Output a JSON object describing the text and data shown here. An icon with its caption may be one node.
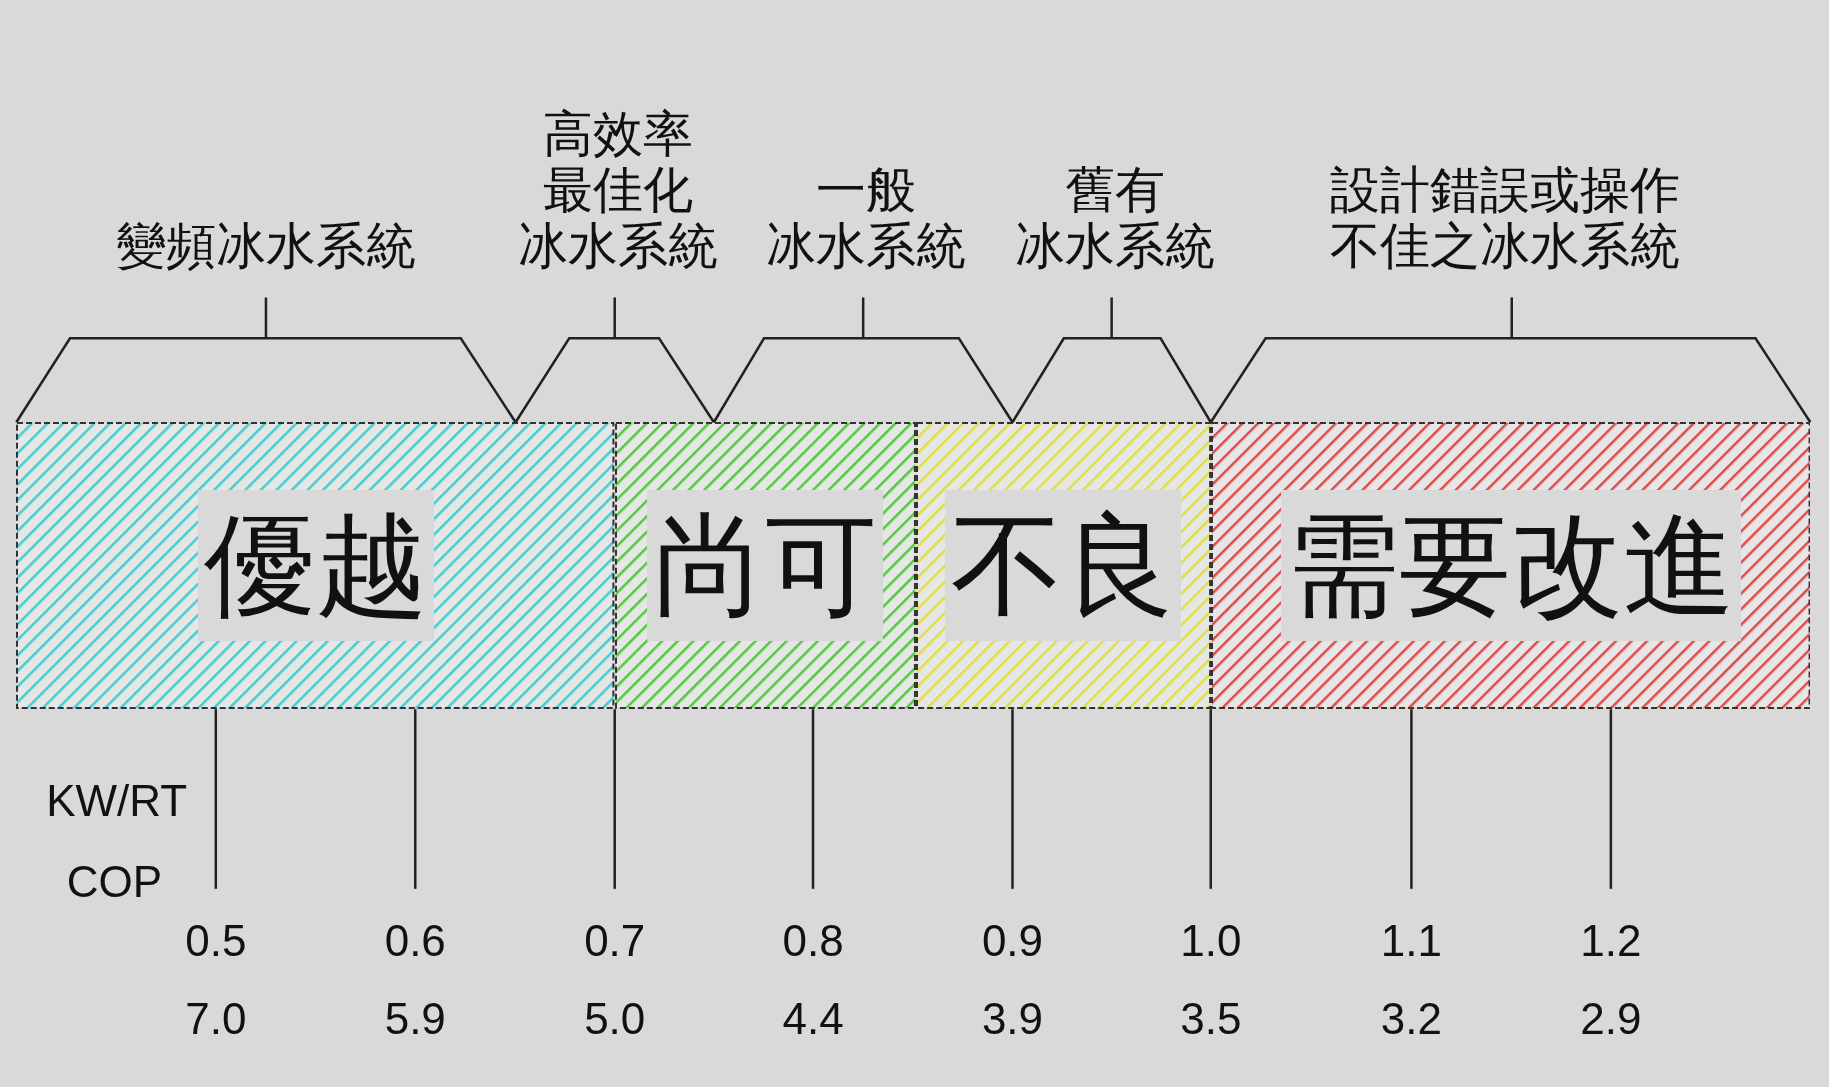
{
  "diagram": {
    "nodes": [
      {
        "text": [
          "優越"
        ]
      },
      {
        "text": [
          "尚可"
        ]
      },
      {
        "text": [
          "不良"
        ]
      },
      {
        "text": [
          "需要改進"
        ]
      }
    ],
    "labels": [
      "變頻冰水系統",
      "高效率最佳化冰水系統",
      "一般冰水系統",
      "舊有冰水系統",
      "設計錯誤或操作不佳之冰水系統",
      "KW/RT",
      "COP",
      "0.5",
      "0.6",
      "0.7",
      "0.8",
      "0.9",
      "1.0",
      "1.1",
      "1.2",
      "7.0",
      "5.9",
      "5.0",
      "4.4",
      "3.9",
      "3.5",
      "3.2",
      "2.9"
    ]
  }
}
